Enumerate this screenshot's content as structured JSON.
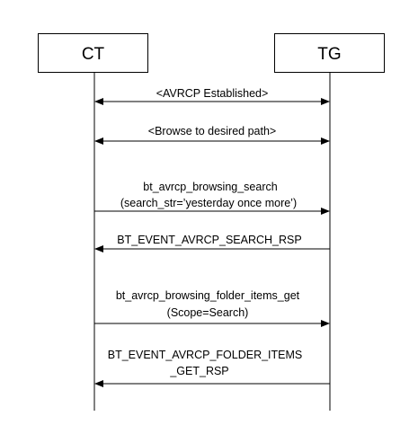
{
  "participants": {
    "ct": {
      "label": "CT"
    },
    "tg": {
      "label": "TG"
    }
  },
  "messages": [
    {
      "id": "avrcp-established",
      "direction": "both",
      "lines": [
        "<AVRCP Established>"
      ]
    },
    {
      "id": "browse-path",
      "direction": "both",
      "lines": [
        "<Browse to desired path>"
      ]
    },
    {
      "id": "browsing-search",
      "direction": "ct-to-tg",
      "lines": [
        "bt_avrcp_browsing_search",
        "(search_str=’yesterday once more’)"
      ]
    },
    {
      "id": "search-rsp",
      "direction": "tg-to-ct",
      "lines": [
        "BT_EVENT_AVRCP_SEARCH_RSP"
      ]
    },
    {
      "id": "folder-items-get",
      "direction": "ct-to-tg",
      "lines": [
        "bt_avrcp_browsing_folder_items_get",
        "(Scope=Search)"
      ]
    },
    {
      "id": "folder-items-get-rsp",
      "direction": "tg-to-ct",
      "lines": [
        "BT_EVENT_AVRCP_FOLDER_ITEMS",
        "_GET_RSP"
      ]
    }
  ]
}
